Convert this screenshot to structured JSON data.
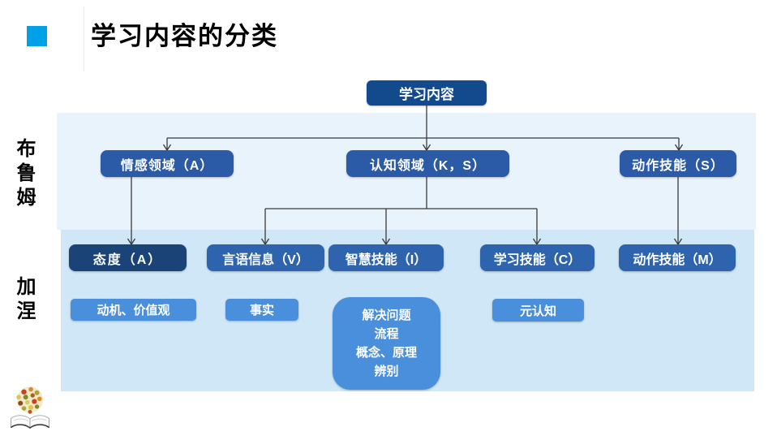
{
  "slide": {
    "title": "学习内容的分类"
  },
  "side_labels": {
    "top": "布鲁姆",
    "bottom": "加涅"
  },
  "tree": {
    "root": {
      "label": "学习内容"
    },
    "level2": [
      {
        "label": "情感领域（A）"
      },
      {
        "label": "认知领域（K，S）"
      },
      {
        "label": "动作技能（S）"
      }
    ],
    "level3": [
      {
        "label": "态度（A）"
      },
      {
        "label": "言语信息（V）"
      },
      {
        "label": "智慧技能（I）"
      },
      {
        "label": "学习技能（C）"
      },
      {
        "label": "动作技能（M）"
      }
    ],
    "level4": [
      {
        "label": "动机、价值观"
      },
      {
        "label": "事实"
      },
      {
        "label": "元认知"
      }
    ],
    "level4_detail": {
      "lines": [
        "解决问题",
        "流程",
        "概念、原理",
        "辨别"
      ]
    }
  },
  "icons": {
    "logo": "open-book-flower-ball-logo"
  },
  "colors": {
    "accent_square": "#00a0e9",
    "root_box": "#134a8e",
    "level2_box": "#2b5ba7",
    "attitude_box": "#1a4377",
    "level3_box": "#2e64ae",
    "level4_box": "#4a8fdb",
    "band_top": "#e9f3fb",
    "band_bottom": "#cfe7f7",
    "connector": "#3a3a3a"
  }
}
